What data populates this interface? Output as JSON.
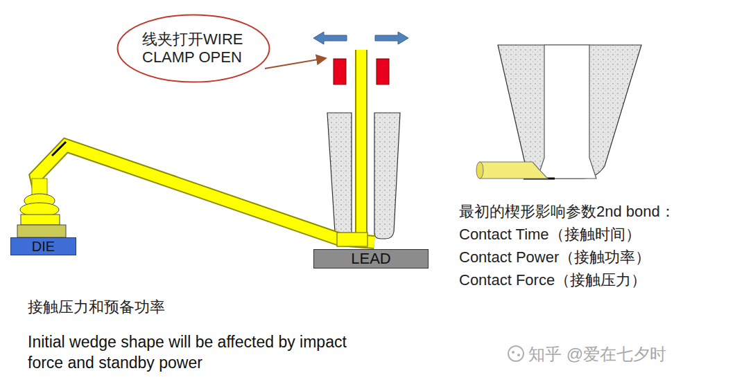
{
  "diagram": {
    "nodes": [
      {
        "text": [
          "线夹打开WIRE CLAMP OPEN"
        ]
      },
      {
        "text": [
          "DIE"
        ]
      },
      {
        "text": [
          "LEAD"
        ]
      }
    ],
    "labels": [
      "最初的楔形影响参数2nd bond：",
      "Contact Time（接触时间）",
      "Contact Power（接触功率）",
      "Contact Force（接触压力）",
      "接触压力和预备功率",
      "Initial wedge shape will be affected by impact force and standby power",
      "知乎 @爱在七夕时"
    ]
  }
}
